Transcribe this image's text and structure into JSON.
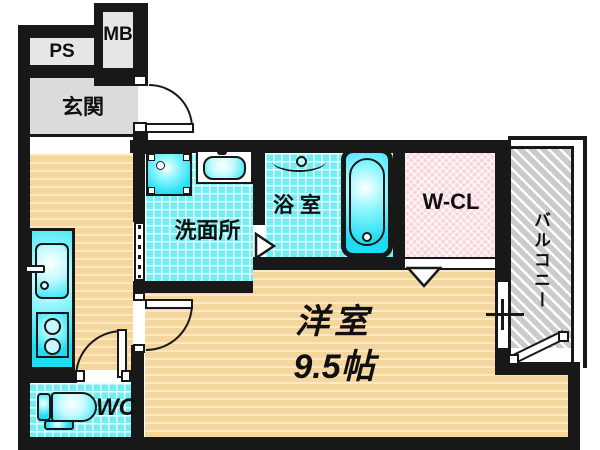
{
  "plan_title": "apartment floor plan",
  "rooms": {
    "ps": "PS",
    "mb": "MB",
    "genkan": "玄関",
    "senmenjo": "洗面所",
    "yokushitsu": "浴室",
    "wcl": "W-CL",
    "balcony": "バルコニー",
    "wc": "WC",
    "yoshitsu": "洋室",
    "yoshitsu_size": "9.5帖"
  },
  "colors": {
    "wall": "#181818",
    "wood_floor": "#f5d69e",
    "tile_floor": "#72eef3",
    "fixture_cyan": "#1edcf2",
    "wcl_pink": "#f8d6db",
    "balcony_gray": "#cbcbcb",
    "genkan_gray": "#dcdcdc"
  }
}
